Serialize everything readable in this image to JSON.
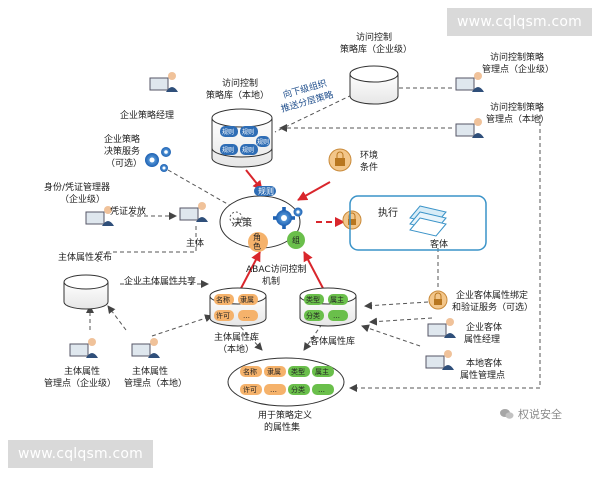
{
  "watermarks": {
    "top": "www.cqlqsm.com",
    "bottom": "www.cqlqsm.com"
  },
  "brand": {
    "name": "权说安全"
  },
  "labels": {
    "policy_repo_enterprise": [
      "访问控制",
      "策略库（企业级）"
    ],
    "policy_mgmt_enterprise": [
      "访问控制策略",
      "管理点（企业级）"
    ],
    "policy_mgmt_local": [
      "访问控制策略",
      "管理点（本地）"
    ],
    "enterprise_policy_manager": "企业策略经理",
    "policy_repo_local": [
      "访问控制",
      "策略库（本地）"
    ],
    "distribute_policy": [
      "向下级组织",
      "推送分层策略"
    ],
    "decision_service": [
      "企业策略",
      "决策服务",
      "（可选）"
    ],
    "environment": [
      "环境",
      "条件"
    ],
    "identity_manager": [
      "身份/凭证管理器",
      "（企业级）"
    ],
    "credential_issue": "凭证发放",
    "subject": "主体",
    "subject_attr_publish": "主体属性发布",
    "decision": "决策",
    "execute": "执行",
    "object": "客体",
    "abac_mechanism": [
      "ABAC访问控制",
      "机制"
    ],
    "enterprise_subject_attr_share": "企业主体属性共享",
    "object_attr_binding": [
      "企业客体属性绑定",
      "和验证服务（可选）"
    ],
    "subject_attr_repo": [
      "主体属性库",
      "（本地）"
    ],
    "object_attr_repo": "客体属性库",
    "enterprise_object_attr_manager": [
      "企业客体",
      "属性经理"
    ],
    "local_object_attr_mgmt": [
      "本地客体",
      "属性管理点"
    ],
    "subject_attr_mgmt_enterprise": [
      "主体属性",
      "管理点（企业级）"
    ],
    "subject_attr_mgmt_local": [
      "主体属性",
      "管理点（本地）"
    ],
    "policy_attr_set": [
      "用于策略定义",
      "的属性集"
    ]
  },
  "rules_tags": {
    "rule": "规则"
  },
  "abac_tags": {
    "role": "角色",
    "group": "组"
  },
  "subject_tags": {
    "name": "名称",
    "affiliation": "隶属",
    "license": "许可",
    "more": "…"
  },
  "object_tags": {
    "type": "类型",
    "owner": "属主",
    "class": "分类",
    "more": "…"
  },
  "attr_set_tags": {
    "name": "名称",
    "affiliation": "隶属",
    "type": "类型",
    "owner": "属主",
    "license": "许可",
    "class": "分类",
    "more": "…"
  },
  "colors": {
    "rule_blue": "#2e6db5",
    "subject_orange": "#f5b26b",
    "object_green": "#6abf4b",
    "arrow_red": "#d9262c",
    "dashed_gray": "#555555",
    "object_frame": "#3a93c8"
  }
}
